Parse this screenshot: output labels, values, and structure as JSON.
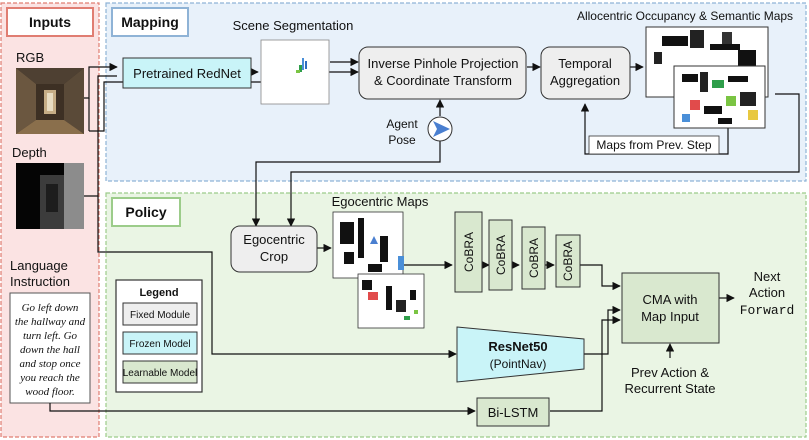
{
  "panels": {
    "inputs": "Inputs",
    "mapping": "Mapping",
    "policy": "Policy"
  },
  "inputs": {
    "rgb_label": "RGB",
    "depth_label": "Depth",
    "language_label_line1": "Language",
    "language_label_line2": "Instruction",
    "instruction_lines": [
      "Go left down",
      "the hallway and",
      "turn left. Go",
      "down the hall",
      "and stop once",
      "you reach the",
      "wood floor."
    ]
  },
  "mapping": {
    "scene_segmentation": "Scene Segmentation",
    "pretrained_rednet": "Pretrained RedNet",
    "projection_line1": "Inverse Pinhole Projection",
    "projection_line2": "& Coordinate Transform",
    "temporal_line1": "Temporal",
    "temporal_line2": "Aggregation",
    "allocentric_maps": "Allocentric Occupancy & Semantic Maps",
    "maps_prev_step": "Maps from Prev. Step",
    "agent_pose_line1": "Agent",
    "agent_pose_line2": "Pose"
  },
  "policy": {
    "egocentric_crop_line1": "Egocentric",
    "egocentric_crop_line2": "Crop",
    "egocentric_maps": "Egocentric Maps",
    "cobra_blocks": [
      "CoBRA",
      "CoBRA",
      "CoBRA",
      "CoBRA"
    ],
    "resnet_line1": "ResNet50",
    "resnet_line2": "(PointNav)",
    "bilstm": "Bi-LSTM",
    "cma_line1": "CMA with",
    "cma_line2": "Map Input",
    "next_action_line1": "Next",
    "next_action_line2": "Action",
    "next_action_value": "Forward",
    "prev_action_line1": "Prev Action &",
    "prev_action_line2": "Recurrent State"
  },
  "legend": {
    "title": "Legend",
    "fixed": "Fixed Module",
    "frozen": "Frozen Model",
    "learnable": "Learnable Model"
  },
  "colors": {
    "inputs_bg": "#fbe3e3",
    "inputs_border": "#e07d72",
    "mapping_bg": "#e8f1fa",
    "mapping_border": "#8fb3d6",
    "policy_bg": "#eaf5e4",
    "policy_border": "#9ccc8a",
    "fixed_module": "#eeeeee",
    "frozen_model": "#c9f4f8",
    "learnable_model": "#d9e8cf",
    "pose_icon": "#4a7fd0"
  }
}
